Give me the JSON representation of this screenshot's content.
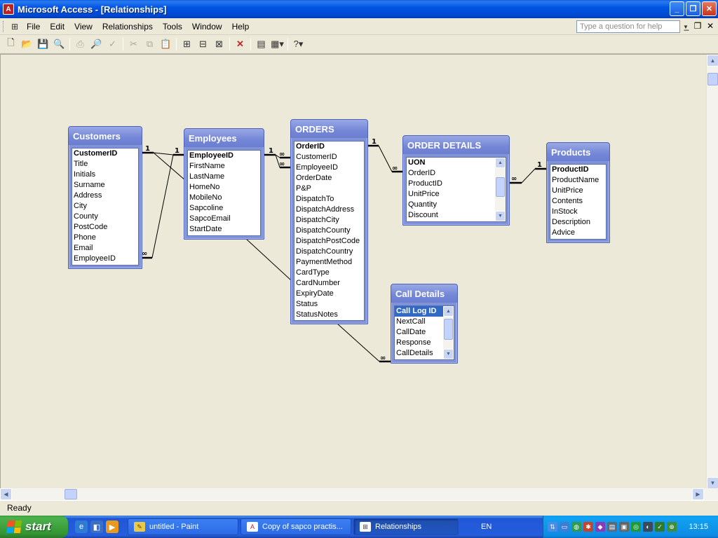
{
  "window": {
    "title": "Microsoft Access - [Relationships]"
  },
  "menu": {
    "items": [
      "File",
      "Edit",
      "View",
      "Relationships",
      "Tools",
      "Window",
      "Help"
    ],
    "help_placeholder": "Type a question for help"
  },
  "tables": {
    "customers": {
      "title": "Customers",
      "fields": [
        "CustomerID",
        "Title",
        "Initials",
        "Surname",
        "Address",
        "City",
        "County",
        "PostCode",
        "Phone",
        "Email",
        "EmployeeID"
      ]
    },
    "employees": {
      "title": "Employees",
      "fields": [
        "EmployeeID",
        "FirstName",
        "LastName",
        "HomeNo",
        "MobileNo",
        "Sapcoline",
        "SapcoEmail",
        "StartDate"
      ]
    },
    "orders": {
      "title": "ORDERS",
      "fields": [
        "OrderID",
        "CustomerID",
        "EmployeeID",
        "OrderDate",
        "P&P",
        "DispatchTo",
        "DispatchAddress",
        "DispatchCity",
        "DispatchCounty",
        "DispatchPostCode",
        "DispatchCountry",
        "PaymentMethod",
        "CardType",
        "CardNumber",
        "ExpiryDate",
        "Status",
        "StatusNotes"
      ]
    },
    "order_details": {
      "title": "ORDER DETAILS",
      "fields": [
        "UON",
        "OrderID",
        "ProductID",
        "UnitPrice",
        "Quantity",
        "Discount"
      ]
    },
    "products": {
      "title": "Products",
      "fields": [
        "ProductID",
        "ProductName",
        "UnitPrice",
        "Contents",
        "InStock",
        "Description",
        "Advice"
      ]
    },
    "call_details": {
      "title": "Call Details",
      "fields": [
        "Call Log ID",
        "NextCall",
        "CallDate",
        "Response",
        "CallDetails"
      ]
    }
  },
  "relationship_labels": {
    "one": "1",
    "many": "∞"
  },
  "status": {
    "text": "Ready"
  },
  "taskbar": {
    "start": "start",
    "tasks": [
      "untitled - Paint",
      "Copy of sapco practis...",
      "Relationships"
    ],
    "language": "EN",
    "clock": "13:15"
  }
}
